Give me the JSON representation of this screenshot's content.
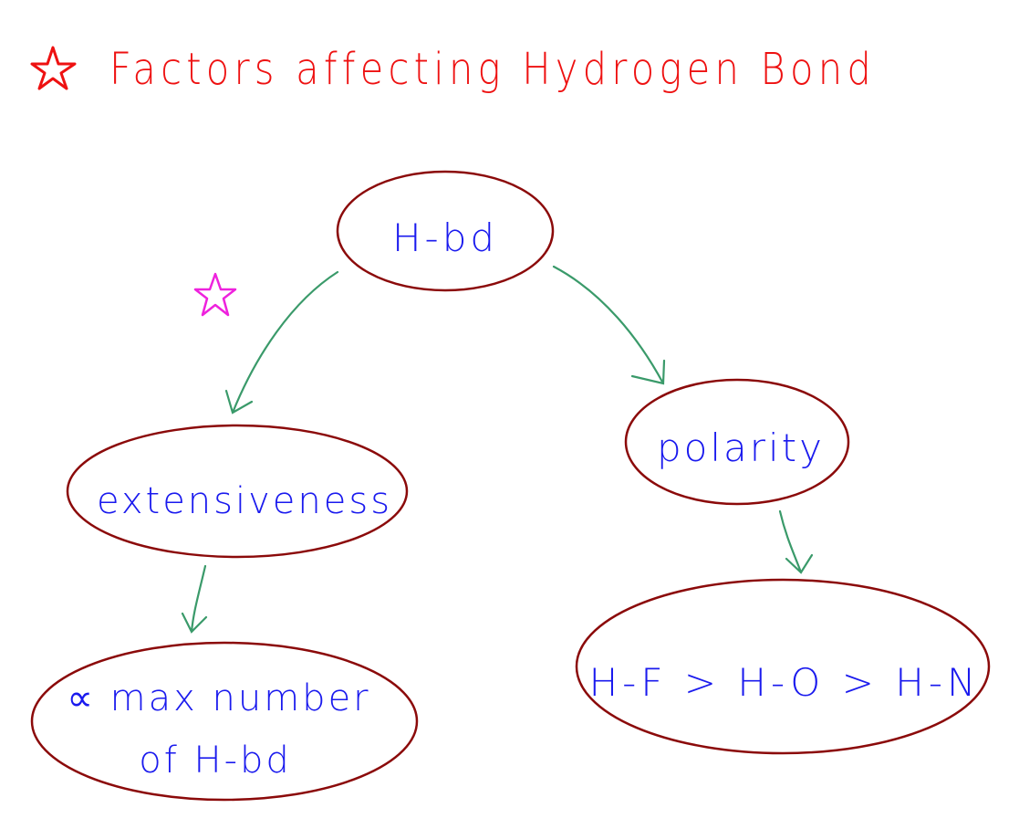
{
  "title": "Factors affecting Hydrogen Bond",
  "colors": {
    "title": "#ee1111",
    "node_border": "#8b0a0a",
    "node_text": "#1a1aee",
    "arrow": "#3a9a6a",
    "star_marker": "#ee22dd"
  },
  "icons": {
    "title_star": "star-icon",
    "marker_star": "star-icon"
  },
  "nodes": {
    "root": "H-bd",
    "extensiveness": "extensiveness",
    "polarity": "polarity",
    "max_line1": "∝ max number",
    "max_line2": "of H-bd",
    "order": "H-F > H-O > H-N"
  },
  "edges": [
    {
      "from": "H-bd",
      "to": "extensiveness"
    },
    {
      "from": "H-bd",
      "to": "polarity"
    },
    {
      "from": "extensiveness",
      "to": "∝ max number of H-bd"
    },
    {
      "from": "polarity",
      "to": "H-F > H-O > H-N"
    }
  ]
}
